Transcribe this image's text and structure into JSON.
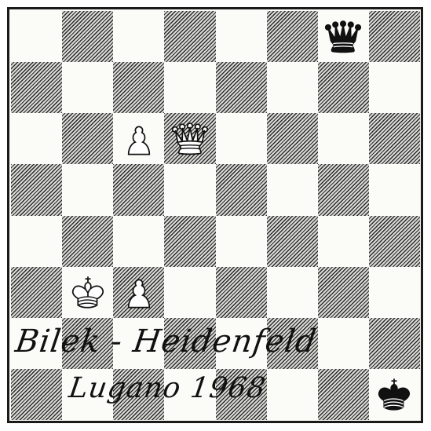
{
  "board": {
    "light_color": "#fbfbf8",
    "dark_color": "#2b2b2b",
    "pieces": [
      {
        "square": "g8",
        "color": "black",
        "type": "queen",
        "icon": "black-queen-icon"
      },
      {
        "square": "c6",
        "color": "white",
        "type": "pawn",
        "icon": "white-pawn-icon"
      },
      {
        "square": "d6",
        "color": "white",
        "type": "queen",
        "icon": "white-queen-icon"
      },
      {
        "square": "b3",
        "color": "white",
        "type": "king",
        "icon": "white-king-icon"
      },
      {
        "square": "c3",
        "color": "white",
        "type": "pawn",
        "icon": "white-pawn-icon"
      },
      {
        "square": "h1",
        "color": "black",
        "type": "king",
        "icon": "black-king-icon"
      }
    ]
  },
  "caption": {
    "players": "Bilek - Heidenfeld",
    "event": "Lugano 1968"
  }
}
